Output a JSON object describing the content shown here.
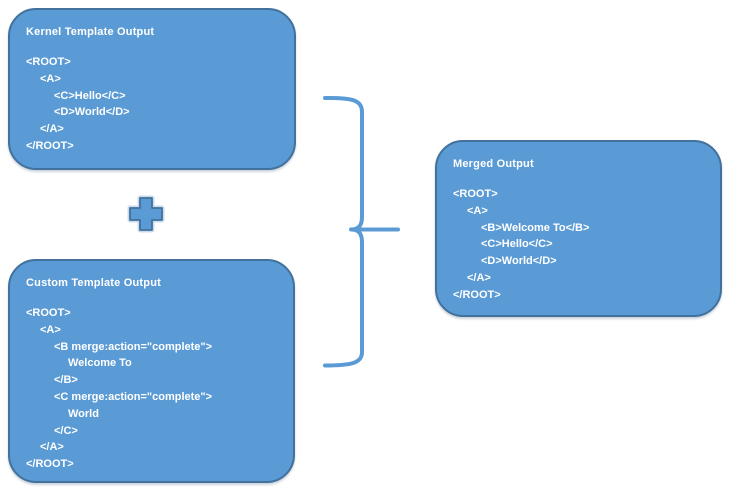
{
  "diagram": {
    "colors": {
      "box_fill": "#5b9bd5",
      "box_border": "#41719c",
      "text": "#ffffff",
      "connector_stroke": "#5b9bd5",
      "plus_fill": "#5b9bd5",
      "plus_border": "#41719c",
      "plus_halo": "#ccdbec"
    },
    "boxes": {
      "kernel": {
        "title": "Kernel Template Output",
        "code_lines": [
          "<ROOT>",
          "\t<A>",
          "\t\t<C>Hello</C>",
          "\t\t<D>World</D>",
          "\t</A>",
          "</ROOT>"
        ]
      },
      "custom": {
        "title": "Custom Template Output",
        "code_lines": [
          "<ROOT>",
          "\t<A>",
          "\t\t<B merge:action=\"complete\">",
          "\t\t\tWelcome To",
          "\t\t</B>",
          "\t\t<C merge:action=\"complete\">",
          "\t\t\tWorld",
          "\t\t</C>",
          "\t</A>",
          "</ROOT>"
        ]
      },
      "merged": {
        "title": "Merged Output",
        "code_lines": [
          "<ROOT>",
          "\t<A>",
          "\t\t<B>Welcome To</B>",
          "\t\t<C>Hello</C>",
          "\t\t<D>World</D>",
          "\t</A>",
          "</ROOT>"
        ]
      }
    },
    "operators": {
      "plus_label": "plus-sign",
      "brace_label": "right-curly-brace"
    }
  }
}
